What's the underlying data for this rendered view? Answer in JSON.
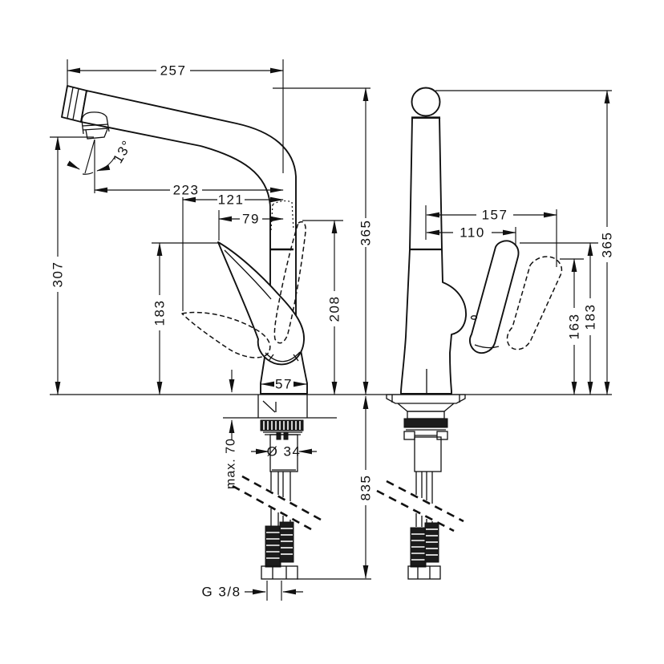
{
  "page": {
    "background": "#ffffff",
    "ink": "#111111"
  },
  "dimensions": {
    "side_view": {
      "spout_reach": "257",
      "spout_angle": "13°",
      "spout_tip_to_axis": "223",
      "folded_handle_to_axis": "121",
      "handle_to_axis": "79",
      "outlet_height": "307",
      "handle_height": "183",
      "raised_handle_height": "208",
      "body_height": "365",
      "base_width": "57",
      "max_mounting_thickness": "max. 70",
      "shank_diameter": "Ø 34",
      "hose_length": "835",
      "thread": "G 3/8"
    },
    "front_view": {
      "open_handle_reach": "157",
      "handle_reach": "110",
      "open_handle_height": "163",
      "handle_height": "183",
      "body_height": "365"
    }
  }
}
